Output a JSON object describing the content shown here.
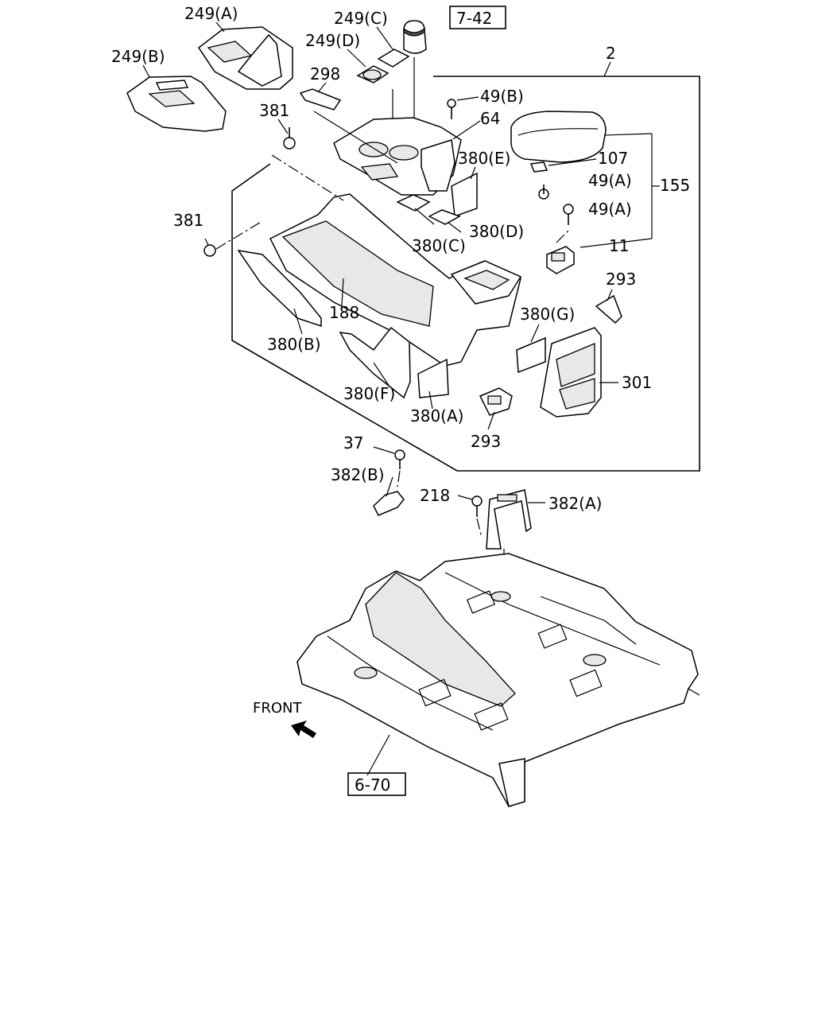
{
  "diagram": {
    "callouts": {
      "c249a": "249(A)",
      "c249b": "249(B)",
      "c249c": "249(C)",
      "c249d": "249(D)",
      "c742": "7-42",
      "c2": "2",
      "c298": "298",
      "c381a": "381",
      "c381b": "381",
      "c49b": "49(B)",
      "c64": "64",
      "c380e": "380(E)",
      "c107": "107",
      "c49a1": "49(A)",
      "c49a2": "49(A)",
      "c155": "155",
      "c380c": "380(C)",
      "c380d": "380(D)",
      "c11": "11",
      "c293a": "293",
      "c188": "188",
      "c380g": "380(G)",
      "c380b": "380(B)",
      "c301": "301",
      "c380f": "380(F)",
      "c380a": "380(A)",
      "c293b": "293",
      "c37": "37",
      "c382b": "382(B)",
      "c218": "218",
      "c382a": "382(A)",
      "c670": "6-70",
      "front": "FRONT"
    },
    "colors": {
      "line": "#000000",
      "background": "#ffffff",
      "fill": "#e8e8e8"
    },
    "icons": {
      "front_arrow": "arrow-icon"
    }
  }
}
